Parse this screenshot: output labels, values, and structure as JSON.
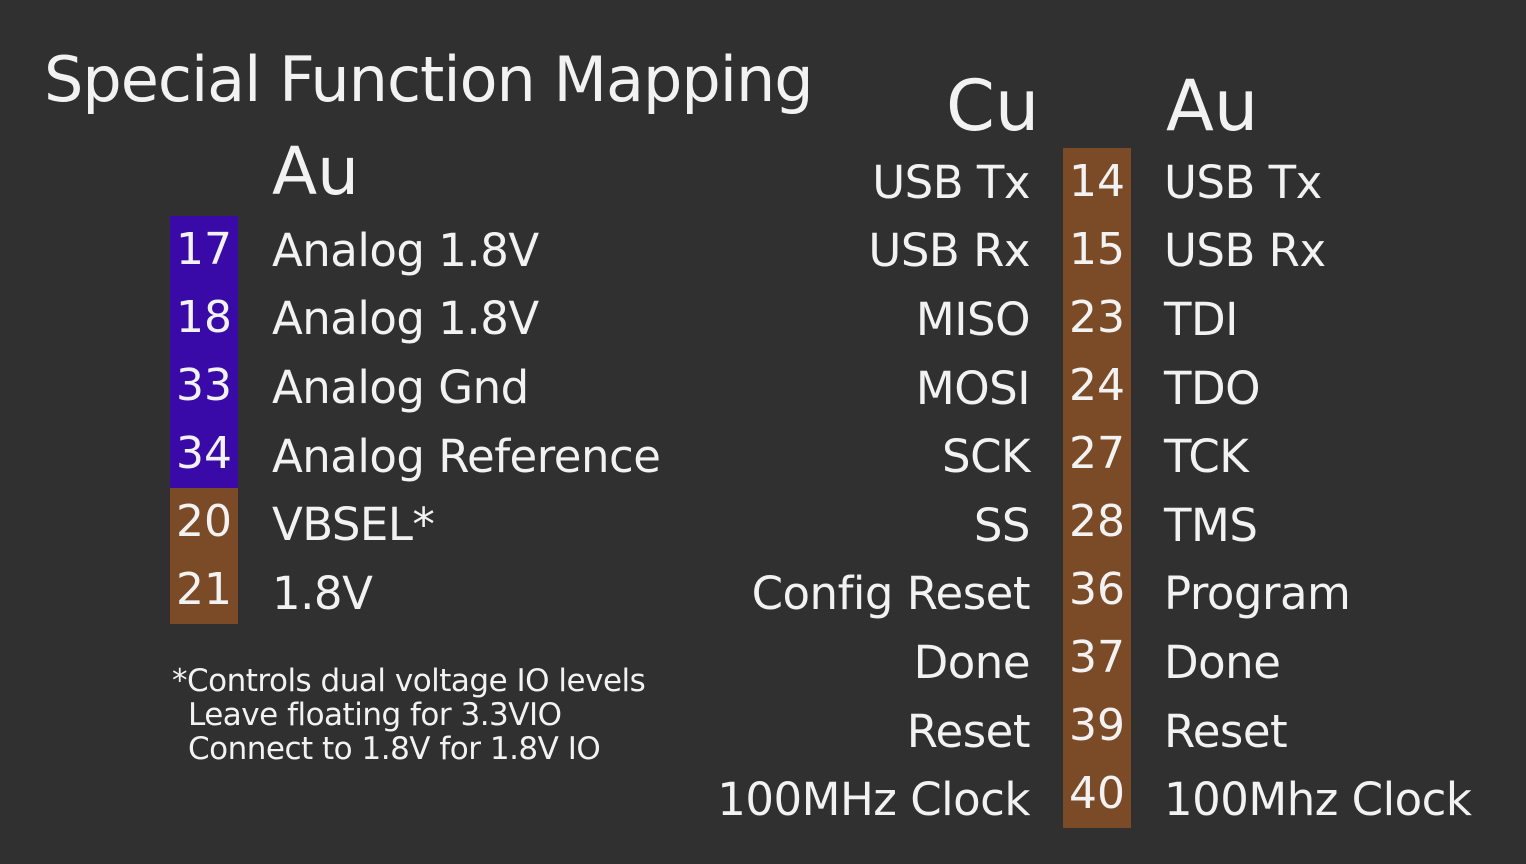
{
  "title": "Special Function Mapping",
  "left": {
    "header": "Au",
    "rows": [
      {
        "pin": "17",
        "label": "Analog 1.8V",
        "color": "#3a0aa8"
      },
      {
        "pin": "18",
        "label": "Analog 1.8V",
        "color": "#3a0aa8"
      },
      {
        "pin": "33",
        "label": "Analog Gnd",
        "color": "#3a0aa8"
      },
      {
        "pin": "34",
        "label": "Analog Reference",
        "color": "#3a0aa8"
      },
      {
        "pin": "20",
        "label": "VBSEL*",
        "color": "#7b4a26"
      },
      {
        "pin": "21",
        "label": "1.8V",
        "color": "#7b4a26"
      }
    ],
    "notes": [
      "*Controls dual voltage IO levels",
      "Leave floating for 3.3VIO",
      "Connect to 1.8V for 1.8V IO"
    ]
  },
  "right": {
    "cu_header": "Cu",
    "au_header": "Au",
    "pin_color": "#7b4a26",
    "rows": [
      {
        "cu": "USB Tx",
        "pin": "14",
        "au": "USB Tx"
      },
      {
        "cu": "USB Rx",
        "pin": "15",
        "au": "USB Rx"
      },
      {
        "cu": "MISO",
        "pin": "23",
        "au": "TDI"
      },
      {
        "cu": "MOSI",
        "pin": "24",
        "au": "TDO"
      },
      {
        "cu": "SCK",
        "pin": "27",
        "au": "TCK"
      },
      {
        "cu": "SS",
        "pin": "28",
        "au": "TMS"
      },
      {
        "cu": "Config Reset",
        "pin": "36",
        "au": "Program"
      },
      {
        "cu": "Done",
        "pin": "37",
        "au": "Done"
      },
      {
        "cu": "Reset",
        "pin": "39",
        "au": "Reset"
      },
      {
        "cu": "100MHz Clock",
        "pin": "40",
        "au": "100Mhz Clock"
      }
    ]
  }
}
